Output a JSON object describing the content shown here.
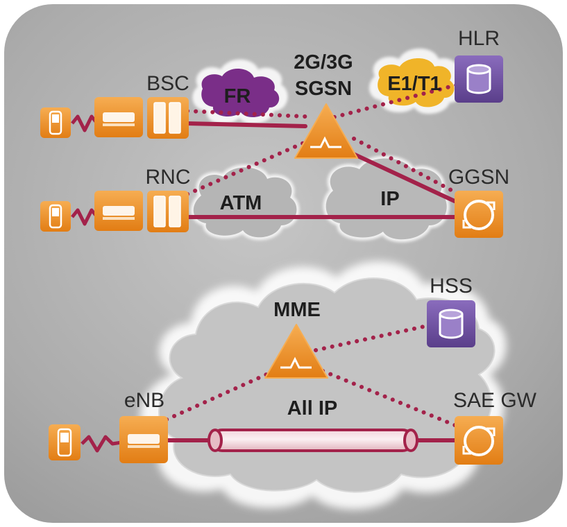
{
  "labels": {
    "bsc": "BSC",
    "sgsn": "2G/3G\nSGSN",
    "sgsn_line1": "2G/3G",
    "sgsn_line2": "SGSN",
    "hlr": "HLR",
    "rnc": "RNC",
    "ggsn": "GGSN",
    "hss": "HSS",
    "mme": "MME",
    "enb": "eNB",
    "sae_gw": "SAE GW"
  },
  "cloud_labels": {
    "fr": "FR",
    "e1t1": "E1/T1",
    "atm": "ATM",
    "ip": "IP",
    "all_ip": "All IP"
  },
  "colors": {
    "background_panel": "#a9a9a9",
    "link": "#a3224a",
    "node_orange": "#ec8c1f",
    "database_purple": "#6a4e9c",
    "fr_cloud": "#7a2e88",
    "e1t1_cloud": "#f0b429"
  },
  "icons": {
    "handset": "mobile-phone-icon",
    "base_station": "base-station-icon",
    "controller": "controller-icon",
    "router": "router-icon",
    "gateway": "gateway-icon",
    "database": "database-icon",
    "tunnel": "bearer-tunnel-icon"
  }
}
